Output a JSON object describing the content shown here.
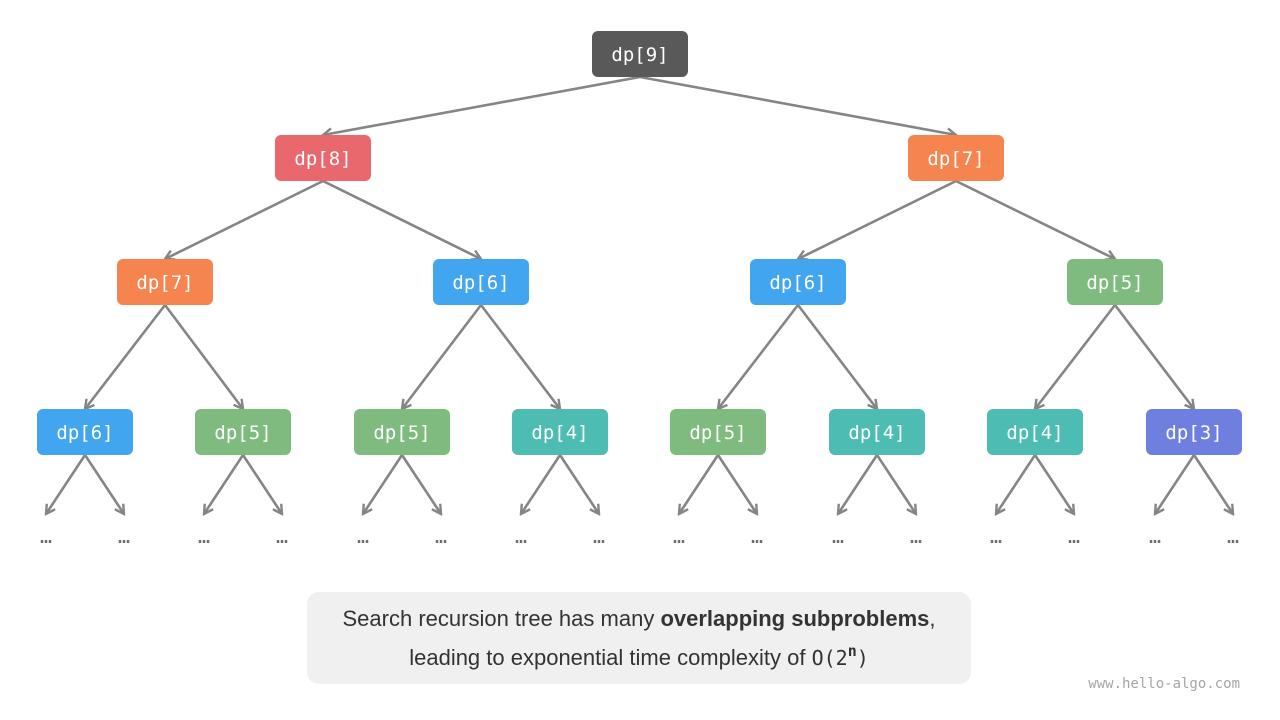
{
  "tree": {
    "nodes": [
      {
        "id": "n9",
        "label": "dp[9]",
        "color": "#595959"
      },
      {
        "id": "n8",
        "label": "dp[8]",
        "color": "#e9686e"
      },
      {
        "id": "n7a",
        "label": "dp[7]",
        "color": "#f5844f"
      },
      {
        "id": "n7b",
        "label": "dp[7]",
        "color": "#f5844f"
      },
      {
        "id": "n6a",
        "label": "dp[6]",
        "color": "#42a5f0"
      },
      {
        "id": "n6b",
        "label": "dp[6]",
        "color": "#42a5f0"
      },
      {
        "id": "n5a",
        "label": "dp[5]",
        "color": "#7fbb7f"
      },
      {
        "id": "n6c",
        "label": "dp[6]",
        "color": "#42a5f0"
      },
      {
        "id": "n5b",
        "label": "dp[5]",
        "color": "#7fbb7f"
      },
      {
        "id": "n5c",
        "label": "dp[5]",
        "color": "#7fbb7f"
      },
      {
        "id": "n4a",
        "label": "dp[4]",
        "color": "#4dbdb3"
      },
      {
        "id": "n5d",
        "label": "dp[5]",
        "color": "#7fbb7f"
      },
      {
        "id": "n4b",
        "label": "dp[4]",
        "color": "#4dbdb3"
      },
      {
        "id": "n4c",
        "label": "dp[4]",
        "color": "#4dbdb3"
      },
      {
        "id": "n3",
        "label": "dp[3]",
        "color": "#6f7fe0"
      }
    ],
    "edges": [
      [
        "n9",
        "n8"
      ],
      [
        "n9",
        "n7b"
      ],
      [
        "n8",
        "n7a"
      ],
      [
        "n8",
        "n6a"
      ],
      [
        "n7b",
        "n6b"
      ],
      [
        "n7b",
        "n5a"
      ],
      [
        "n7a",
        "n6c"
      ],
      [
        "n7a",
        "n5b"
      ],
      [
        "n6a",
        "n5c"
      ],
      [
        "n6a",
        "n4a"
      ],
      [
        "n6b",
        "n5d"
      ],
      [
        "n6b",
        "n4b"
      ],
      [
        "n5a",
        "n4c"
      ],
      [
        "n5a",
        "n3"
      ]
    ],
    "ellipsis": "…"
  },
  "caption": {
    "line1_prefix": "Search recursion tree has many ",
    "line1_bold": "overlapping subproblems",
    "line1_suffix": ",",
    "line2_prefix": "leading to exponential time complexity of ",
    "big_o": "O(2",
    "exponent": "n",
    "close": ")"
  },
  "watermark": "www.hello-algo.com"
}
